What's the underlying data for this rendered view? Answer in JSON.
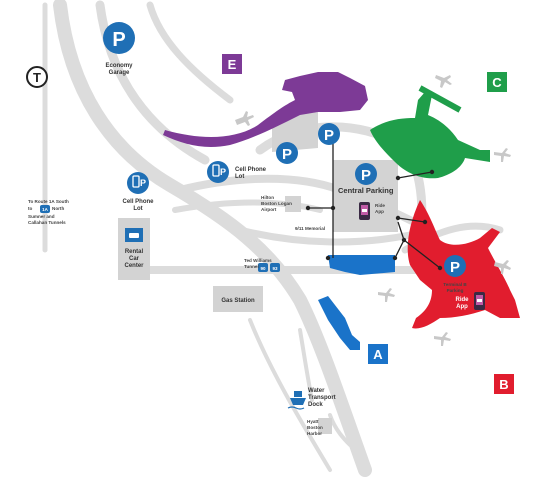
{
  "colors": {
    "road": "#dcdcdc",
    "road_edge": "#c8c8c8",
    "building": "#d3d3d3",
    "terminal_a": "#1a73c9",
    "terminal_b": "#e11d2e",
    "terminal_c": "#1f9e4a",
    "terminal_e": "#7d3a96",
    "parking": "#1f6fb5",
    "dark": "#333333"
  },
  "terminals": {
    "a": {
      "letter": "A"
    },
    "b": {
      "letter": "B"
    },
    "c": {
      "letter": "C"
    },
    "e": {
      "letter": "E"
    }
  },
  "icons": {
    "parking_letter": "P",
    "transit_letter": "T",
    "route_shield_1a": "1A",
    "route_shield_90": "90",
    "route_shield_93": "93"
  },
  "labels": {
    "economy_garage": [
      "Economy",
      "Garage"
    ],
    "cell_phone_lot_left": [
      "Cell Phone",
      "Lot"
    ],
    "cell_phone_lot_mid": [
      "Cell Phone",
      "Lot"
    ],
    "route_1a": [
      "To Route 1A South",
      "to",
      "North"
    ],
    "sumner_callahan": [
      "Sumner and",
      "Callahan Tunnels"
    ],
    "hilton": [
      "Hilton",
      "Boston Logan",
      "Airport"
    ],
    "memorial": "9/11 Memorial",
    "central_parking": "Central Parking",
    "ride_app_central": [
      "Ride",
      "App"
    ],
    "rental_car_center": [
      "Rental",
      "Car",
      "Center"
    ],
    "ted_williams": [
      "Ted Williams",
      "Tunnel"
    ],
    "gas_station": "Gas Station",
    "terminal_b_parking": [
      "Terminal B",
      "Parking"
    ],
    "ride_app_b": [
      "Ride",
      "App"
    ],
    "water_transport": [
      "Water",
      "Transport",
      "Dock"
    ],
    "hyatt": [
      "Hyatt",
      "Boston",
      "Harbor"
    ]
  }
}
